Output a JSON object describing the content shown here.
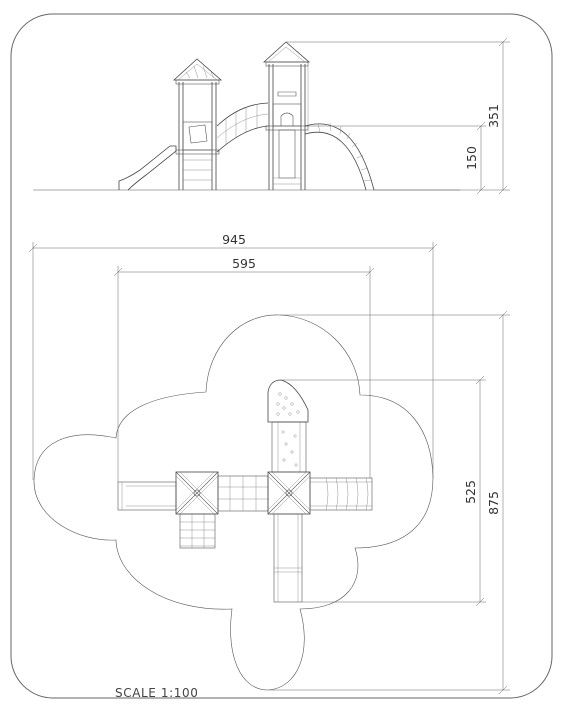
{
  "dimensions": {
    "elevation_total_height": "351",
    "elevation_platform_height": "150",
    "plan_overall_width": "945",
    "plan_structure_width": "595",
    "plan_structure_depth": "525",
    "plan_overall_depth": "875"
  },
  "scale_label": "SCALE 1:100",
  "colors": {
    "line": "#555555",
    "frame": "#666666",
    "text": "#333333"
  }
}
